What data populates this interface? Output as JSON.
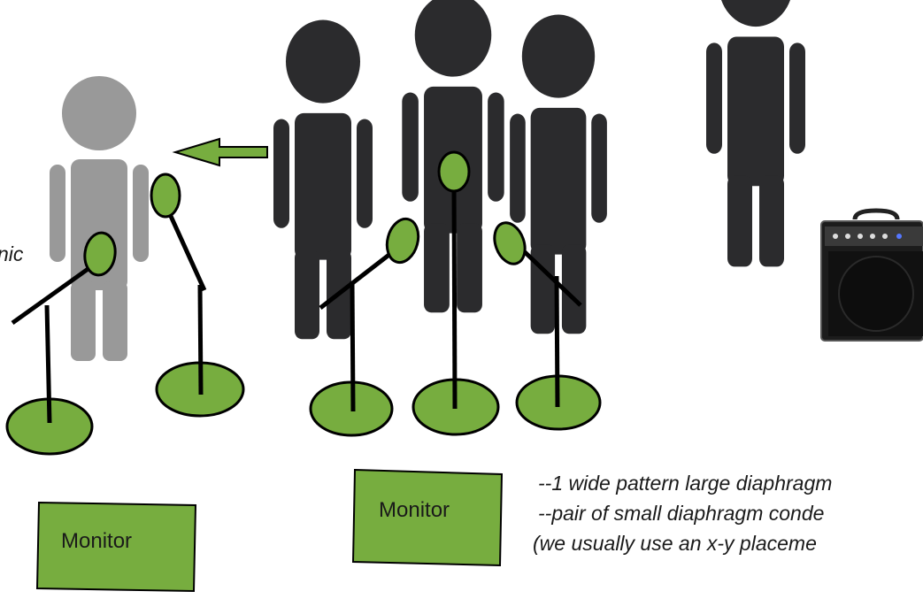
{
  "colors": {
    "person_dark": "#2b2b2d",
    "person_light": "#999999",
    "mic_green": "#77ad3f",
    "outline": "#000000",
    "amp_body": "#1c1c1c",
    "amp_panel": "#3a3a3a"
  },
  "labels": {
    "left_mic_fragment": "nic",
    "monitor_left": "Monitor",
    "monitor_center": "Monitor"
  },
  "notes": [
    "--1 wide pattern large diaphragm",
    "--pair of small diaphragm conde",
    "(we usually use an x-y placeme"
  ],
  "icons": {
    "move_arrow": "left-arrow-icon",
    "amplifier": "guitar-amp-icon"
  }
}
